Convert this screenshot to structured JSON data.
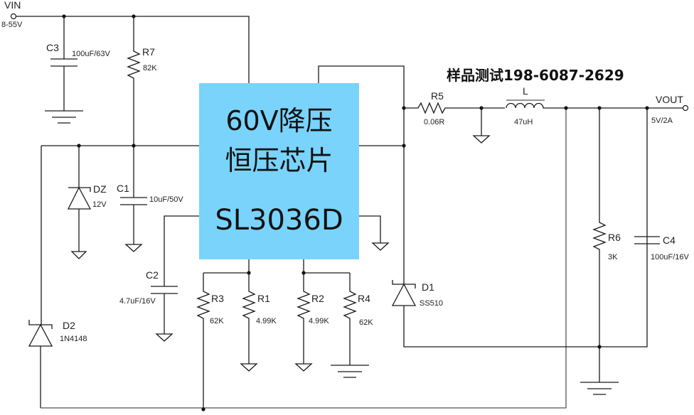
{
  "title_promo": "样品测试198-6087-2629",
  "chip": {
    "line1": "60V降压",
    "line2": "恒压芯片",
    "part": "SL3036D",
    "color": "#79d3fb"
  },
  "ports": {
    "vin": {
      "name": "VIN",
      "range": "8-55V"
    },
    "vout": {
      "name": "VOUT",
      "rating": "5V/2A"
    }
  },
  "components": {
    "C3": {
      "ref": "C3",
      "value": "100uF/63V"
    },
    "R7": {
      "ref": "R7",
      "value": "82K"
    },
    "DZ": {
      "ref": "DZ",
      "value": "12V"
    },
    "C1": {
      "ref": "C1",
      "value": "10uF/50V"
    },
    "C2": {
      "ref": "C2",
      "value": "4.7uF/16V"
    },
    "R3": {
      "ref": "R3",
      "value": "62K"
    },
    "R1": {
      "ref": "R1",
      "value": "4.99K"
    },
    "R2": {
      "ref": "R2",
      "value": "4.99K"
    },
    "R4": {
      "ref": "R4",
      "value": "62K"
    },
    "D2": {
      "ref": "D2",
      "value": "1N4148"
    },
    "R5": {
      "ref": "R5",
      "value": "0.06R"
    },
    "L": {
      "ref": "L",
      "value": "47uH"
    },
    "D1": {
      "ref": "D1",
      "value": "SS510"
    },
    "R6": {
      "ref": "R6",
      "value": "3K"
    },
    "C4": {
      "ref": "C4",
      "value": "100uF/16V"
    }
  }
}
